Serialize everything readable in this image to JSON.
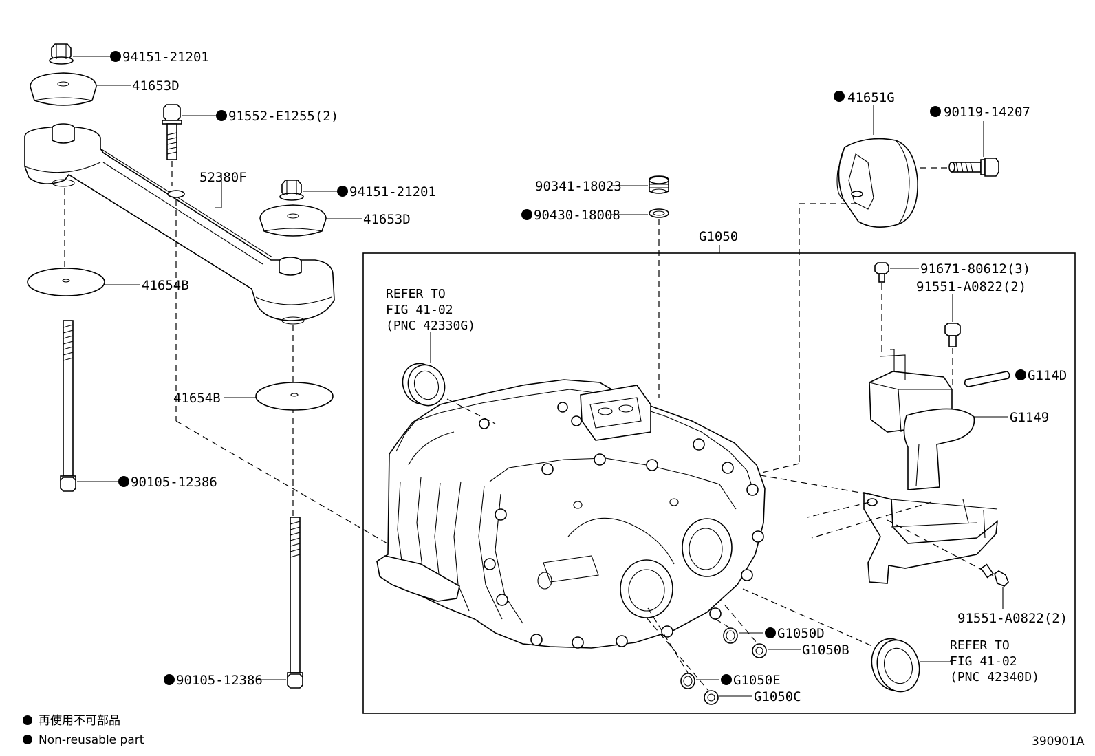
{
  "diagram": {
    "callouts": {
      "c_94151_top": "94151-21201",
      "c_41653d_top": "41653D",
      "c_91552": "91552-E1255(2)",
      "c_52380f": "52380F",
      "c_94151_mid": "94151-21201",
      "c_41653d_mid": "41653D",
      "c_41654b_left": "41654B",
      "c_41654b_mid": "41654B",
      "c_90105_left": "90105-12386",
      "c_90105_bottom": "90105-12386",
      "c_90341": "90341-18023",
      "c_90430": "90430-18008",
      "c_g1050": "G1050",
      "c_41651g": "41651G",
      "c_90119": "90119-14207",
      "c_91671": "91671-80612(3)",
      "c_91551_top": "91551-A0822(2)",
      "c_g114d": "G114D",
      "c_g1149": "G1149",
      "c_91551_bottom": "91551-A0822(2)",
      "c_g1050d": "G1050D",
      "c_g1050b": "G1050B",
      "c_g1050e": "G1050E",
      "c_g1050c": "G1050C"
    },
    "refer_left": {
      "line1": "REFER TO",
      "line2": "FIG 41-02",
      "line3": "(PNC 42330G)"
    },
    "refer_right": {
      "line1": "REFER TO",
      "line2": "FIG 41-02",
      "line3": "(PNC 42340D)"
    },
    "legend": {
      "line1": "再使用不可部品",
      "line2": "Non-reusable part"
    },
    "figure_id": "390901A"
  }
}
